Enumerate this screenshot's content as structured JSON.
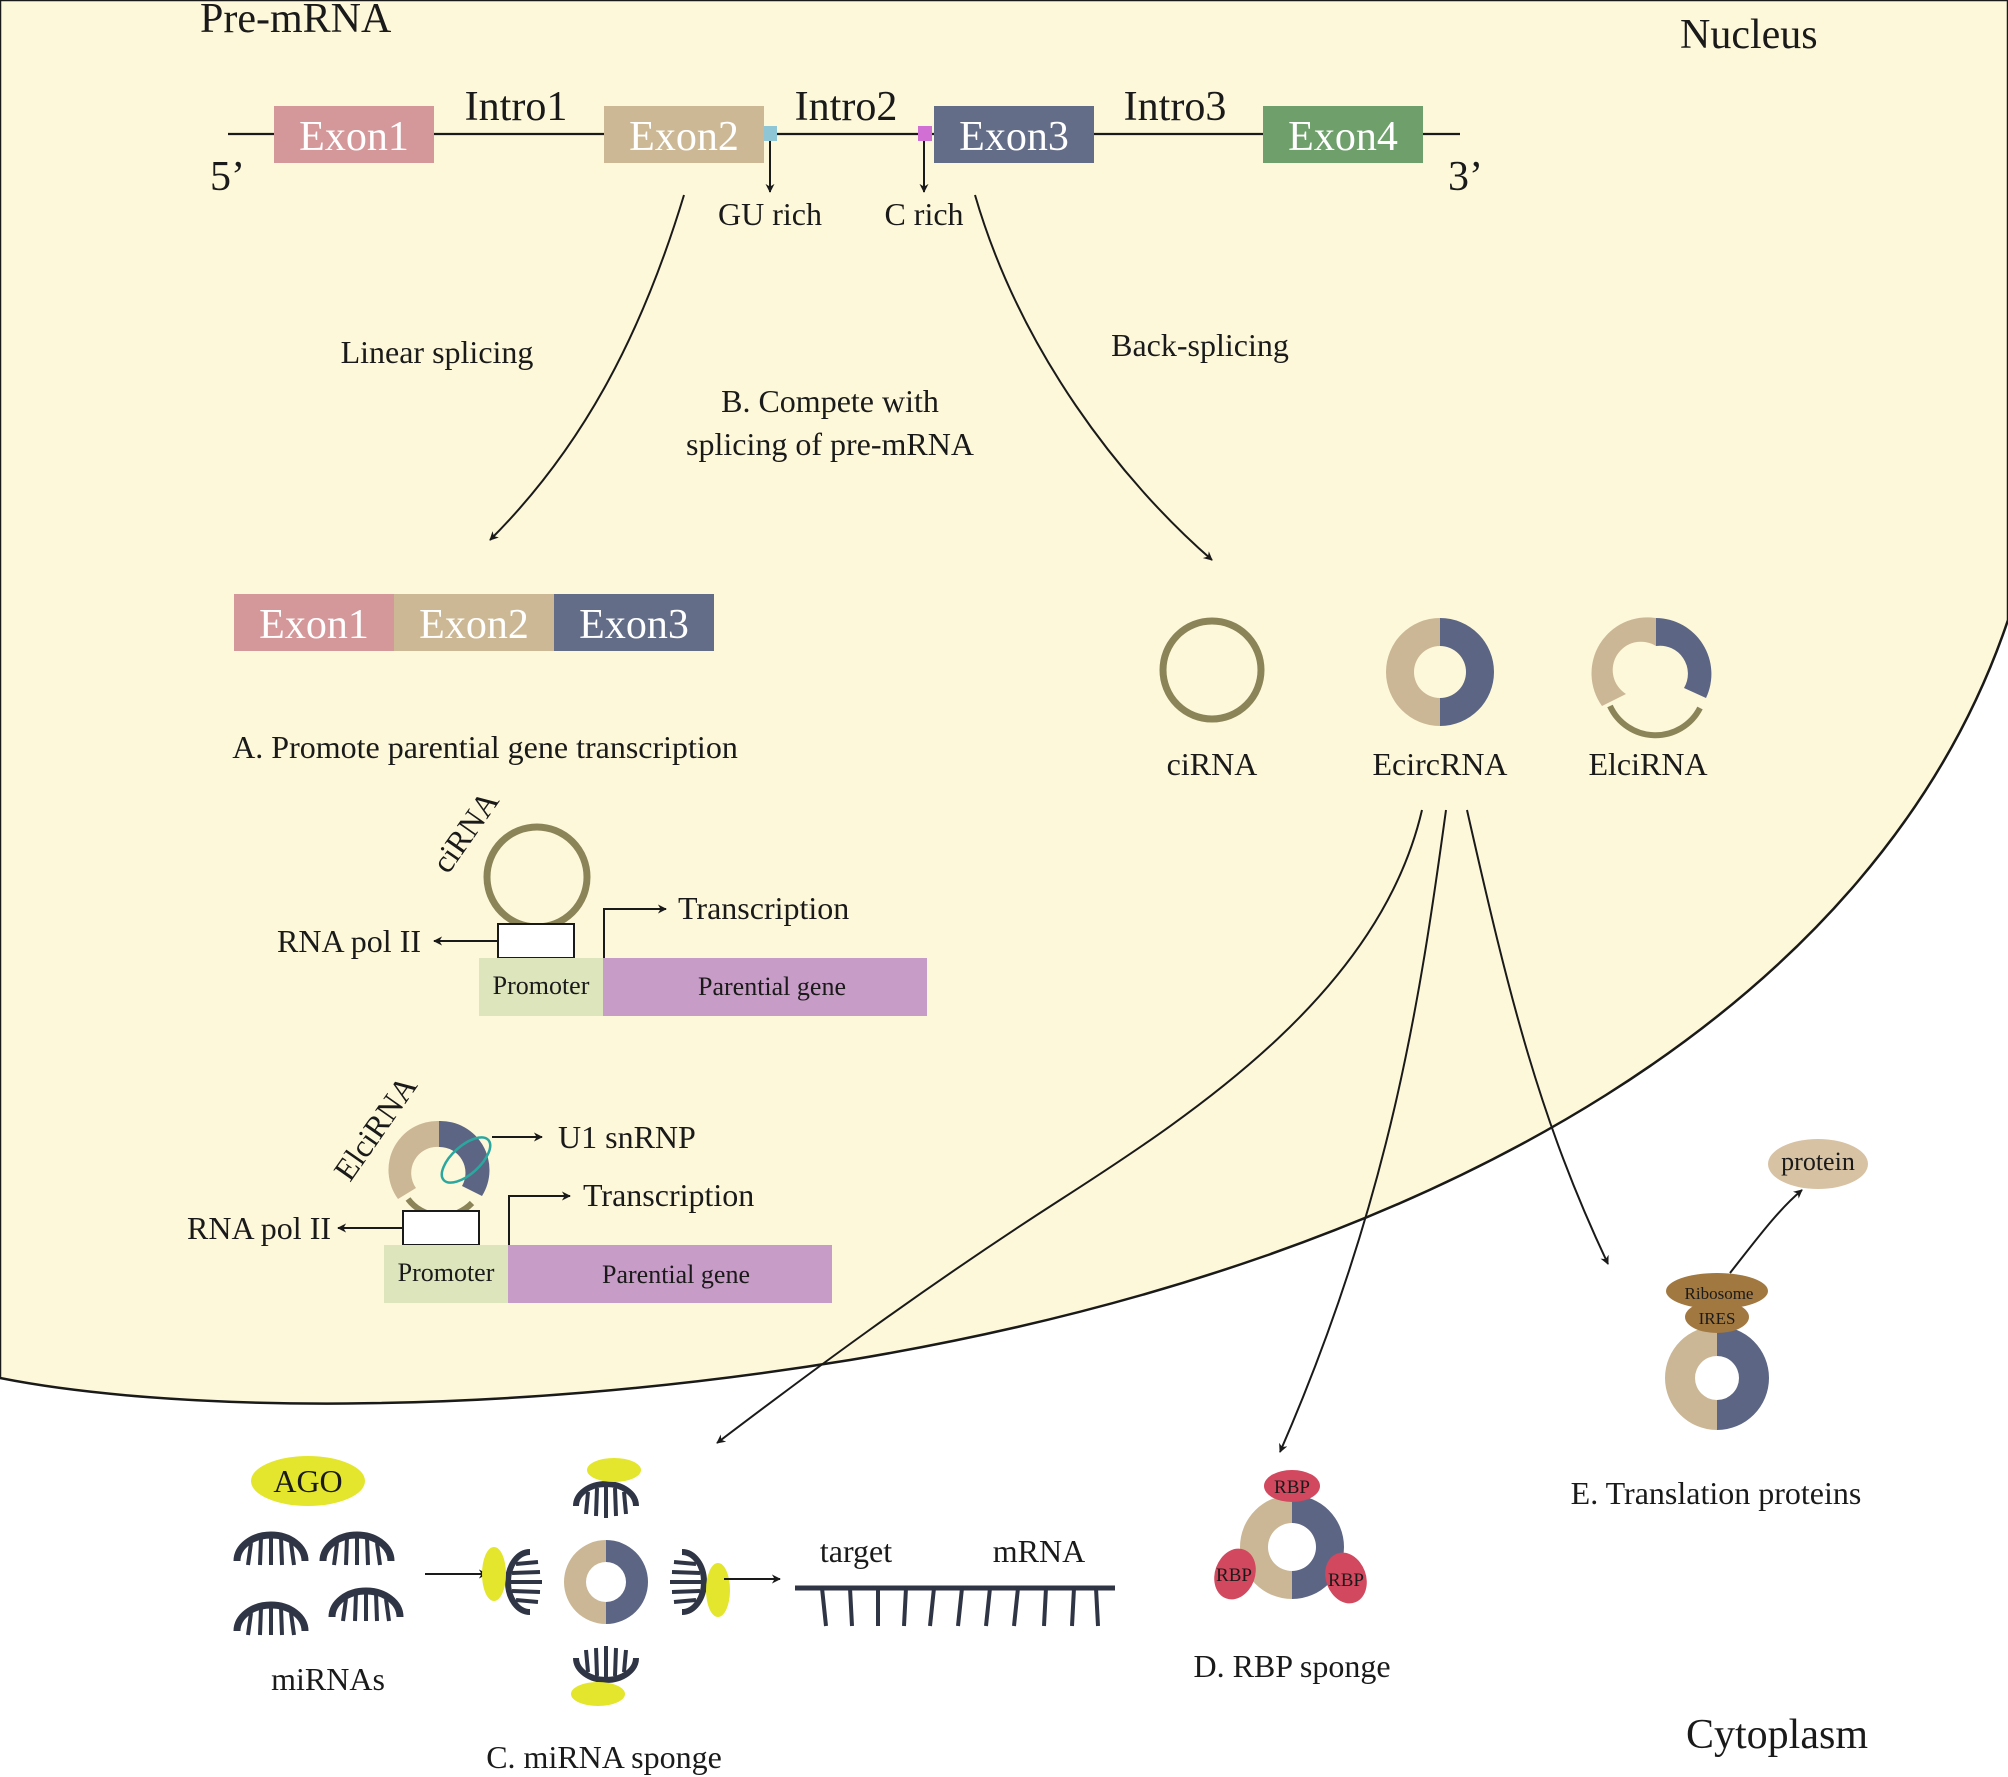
{
  "colors": {
    "nucleus": "#fdf8d9",
    "exon1": "#d4979a",
    "exon2": "#cdb895",
    "exon3": "#646d87",
    "exon4": "#6f9f6b",
    "gu_site": "#8fc6d6",
    "c_site": "#d26fd4",
    "circ_tan": "#cbb795",
    "circ_navy": "#5c6684",
    "ciRNA_ring": "#8b8458",
    "promoter": "#dde5bd",
    "parental_gene": "#c79cc6",
    "ago": "#e3e62c",
    "rbp": "#d2485e",
    "ribosome": "#a27841",
    "protein": "#d8c2a4"
  },
  "labels": {
    "pre_mrna": "Pre-mRNA",
    "nucleus": "Nucleus",
    "cytoplasm": "Cytoplasm",
    "five_prime": "5’",
    "three_prime": "3’",
    "exon1": "Exon1",
    "exon2": "Exon2",
    "exon3": "Exon3",
    "exon4": "Exon4",
    "intron1": "Intro1",
    "intron2": "Intro2",
    "intron3": "Intro3",
    "gu_rich": "GU rich",
    "c_rich": "C rich",
    "linear_splicing": "Linear splicing",
    "back_splicing": "Back-splicing",
    "compete_line1": "B. Compete with",
    "compete_line2": "splicing of pre-mRNA",
    "promote_title": "A. Promote parential gene transcription",
    "ciRNA": "ciRNA",
    "EcircRNA": "EcircRNA",
    "ElciRNA": "ElciRNA",
    "ciRNA_rot": "ciRNA",
    "ElciRNA_rot": "ElciRNA",
    "rna_pol": "RNA pol II",
    "transcription": "Transcription",
    "promoter": "Promoter",
    "parental_gene": "Parential gene",
    "u1_snrnp": "U1 snRNP",
    "ago": "AGO",
    "mirnas": "miRNAs",
    "target": "target",
    "mrna": "mRNA",
    "mirna_sponge": "C. miRNA sponge",
    "rbp": "RBP",
    "rbp_sponge": "D. RBP sponge",
    "ribosome": "Ribosome",
    "ires": "IRES",
    "protein": "protein",
    "translation": "E. Translation proteins"
  }
}
